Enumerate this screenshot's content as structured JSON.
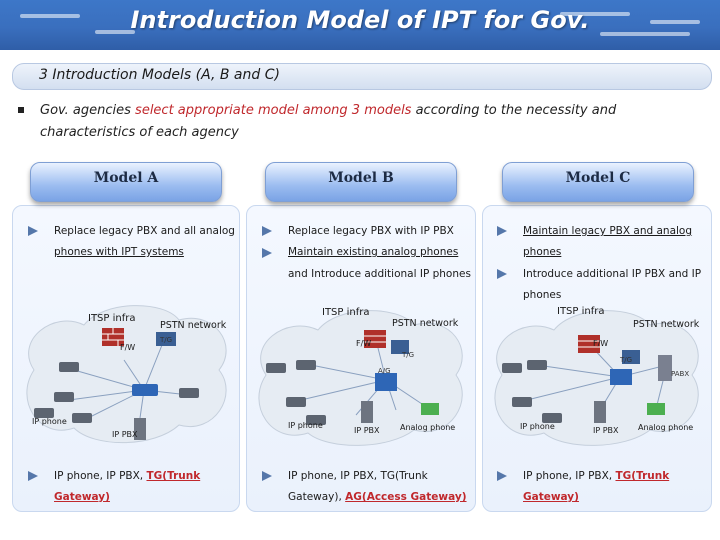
{
  "title": "Introduction Model of IPT for Gov.",
  "subtitle": "3 Introduction Models (A, B and C)",
  "intro": {
    "prefix": "Gov. agencies ",
    "highlight": "select appropriate model among 3 models",
    "suffix": " according to the necessity and characteristics of each agency"
  },
  "models": [
    {
      "name": "Model A",
      "lines": [
        "Replace legacy PBX and all analog",
        "phones with IPT systems"
      ],
      "net": {
        "itsp": "ITSP infra",
        "pstn": "PSTN network",
        "fw": "F/W",
        "tg": "T/G",
        "ipphone": "IP phone",
        "ippbx": "IP PBX"
      },
      "result_plain": "IP phone, IP PBX, ",
      "result_red": "TG(Trunk Gateway)"
    },
    {
      "name": "Model B",
      "lines": [
        "Replace legacy PBX with IP PBX",
        "Maintain existing analog phones",
        "and Introduce additional IP phones"
      ],
      "net": {
        "itsp": "ITSP infra",
        "pstn": "PSTN network",
        "fw": "F/W",
        "tg": "T/G",
        "ag": "A/G",
        "ipphone": "IP phone",
        "ippbx": "IP PBX",
        "analog": "Analog phone"
      },
      "result_plain": "IP phone, IP PBX, TG(Trunk Gateway), ",
      "result_red": "AG(Access Gateway)"
    },
    {
      "name": "Model C",
      "lines": [
        "Maintain legacy PBX and analog",
        "phones",
        "Introduce additional IP PBX and IP",
        "phones"
      ],
      "net": {
        "itsp": "ITSP infra",
        "pstn": "PSTN network",
        "fw": "F/W",
        "tg": "T/G",
        "pabx": "PABX",
        "ipphone": "IP phone",
        "ippbx": "IP PBX",
        "analog": "Analog phone"
      },
      "result_plain": "IP phone, IP PBX, ",
      "result_red": "TG(Trunk Gateway)"
    }
  ]
}
